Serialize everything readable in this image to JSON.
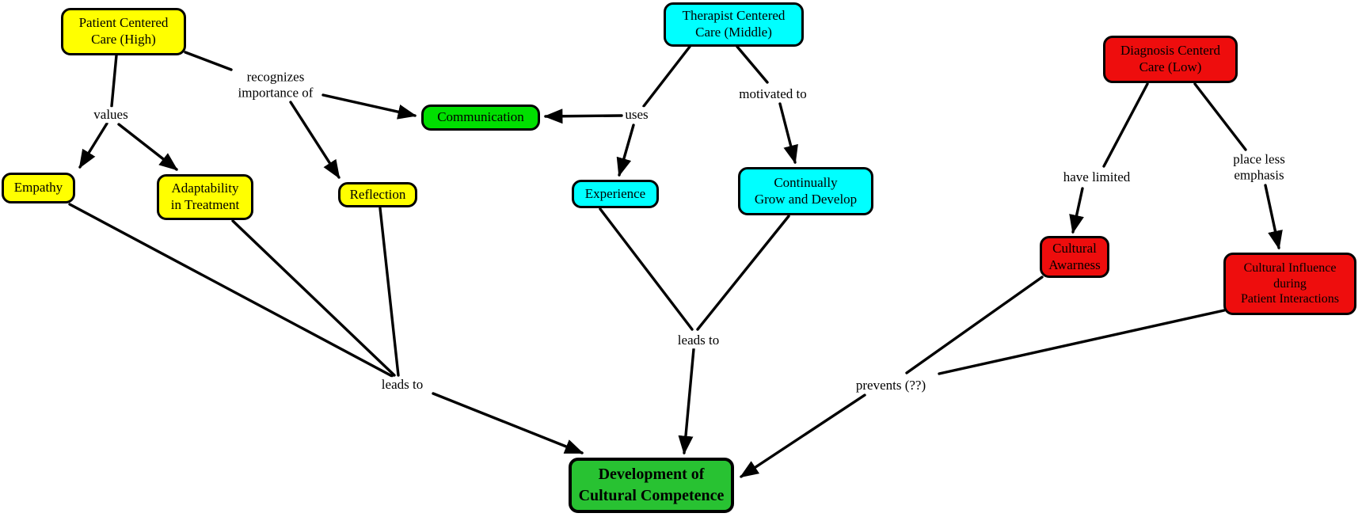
{
  "diagram": {
    "type": "concept-map",
    "colors": {
      "yellow": "#ffff00",
      "cyan": "#00ffff",
      "red": "#ee0d0d",
      "green": "#00df00",
      "green_dark": "#28c232",
      "line": "#000000",
      "background": "#ffffff"
    },
    "nodes": [
      {
        "id": "patient-centered-care",
        "label": "Patient Centered\nCare (High)",
        "color": "yellow"
      },
      {
        "id": "therapist-centered-care",
        "label": "Therapist Centered\nCare (Middle)",
        "color": "cyan"
      },
      {
        "id": "diagnosis-centered-care",
        "label": "Diagnosis Centerd\nCare (Low)",
        "color": "red"
      },
      {
        "id": "communication",
        "label": "Communication",
        "color": "green"
      },
      {
        "id": "empathy",
        "label": "Empathy",
        "color": "yellow"
      },
      {
        "id": "adaptability-in-treatment",
        "label": "Adaptability\nin Treatment",
        "color": "yellow"
      },
      {
        "id": "reflection",
        "label": "Reflection",
        "color": "yellow"
      },
      {
        "id": "experience",
        "label": "Experience",
        "color": "cyan"
      },
      {
        "id": "continually-grow-and-develop",
        "label": "Continually\nGrow and Develop",
        "color": "cyan"
      },
      {
        "id": "cultural-awarness",
        "label": "Cultural\nAwarness",
        "color": "red"
      },
      {
        "id": "cultural-influence-during-patient-interactions",
        "label": "Cultural Influence\nduring\nPatient Interactions",
        "color": "red"
      },
      {
        "id": "development-of-cultural-competence",
        "label": "Development of\nCultural Competence",
        "color": "green_dark",
        "bold": true
      }
    ],
    "edge_labels": [
      {
        "id": "values",
        "label": "values"
      },
      {
        "id": "recognizes-importance-of",
        "label": "recognizes\nimportance of"
      },
      {
        "id": "uses",
        "label": "uses"
      },
      {
        "id": "motivated-to",
        "label": "motivated to"
      },
      {
        "id": "have-limited",
        "label": "have limited"
      },
      {
        "id": "place-less-emphasis",
        "label": "place less\nemphasis"
      },
      {
        "id": "leads-to-left",
        "label": "leads to"
      },
      {
        "id": "leads-to-right",
        "label": "leads to"
      },
      {
        "id": "prevents",
        "label": "prevents (??)"
      }
    ],
    "edges": [
      {
        "from": "Patient Centered Care (High)",
        "label": "values",
        "to": [
          "Empathy",
          "Adaptability in Treatment"
        ]
      },
      {
        "from": "Patient Centered Care (High)",
        "label": "recognizes importance of",
        "to": [
          "Communication",
          "Reflection"
        ]
      },
      {
        "from": "Therapist Centered Care (Middle)",
        "label": "uses",
        "to": [
          "Communication",
          "Experience"
        ]
      },
      {
        "from": "Therapist Centered Care (Middle)",
        "label": "motivated to",
        "to": [
          "Continually Grow and Develop"
        ]
      },
      {
        "from": "Diagnosis Centerd Care (Low)",
        "label": "have limited",
        "to": [
          "Cultural Awarness"
        ]
      },
      {
        "from": "Diagnosis Centerd Care (Low)",
        "label": "place less emphasis",
        "to": [
          "Cultural Influence during Patient Interactions"
        ]
      },
      {
        "from": "Empathy / Adaptability in Treatment / Reflection",
        "label": "leads to",
        "to": [
          "Development of Cultural Competence"
        ]
      },
      {
        "from": "Experience / Continually Grow and Develop",
        "label": "leads to",
        "to": [
          "Development of Cultural Competence"
        ]
      },
      {
        "from": "Cultural Awarness / Cultural Influence during Patient Interactions",
        "label": "prevents (??)",
        "to": [
          "Development of Cultural Competence"
        ]
      }
    ]
  }
}
